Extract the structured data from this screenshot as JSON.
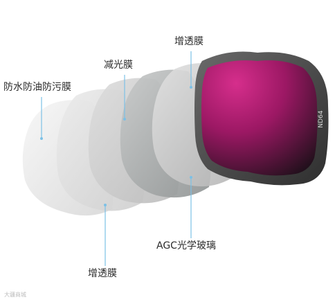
{
  "labels": {
    "outer_coating": "防水防油防污膜",
    "nd_coating": "减光膜",
    "ar_coating_top": "增透膜",
    "agc_glass": "AGC光学玻璃",
    "ar_coating_bottom": "增透膜"
  },
  "filter_mark": "ND64",
  "watermark": "大疆商城",
  "colors": {
    "line": "#7cc0e6",
    "frame": "#4a4a4a",
    "glass_center": "#c21f7c",
    "glass_edge": "#24101c"
  }
}
